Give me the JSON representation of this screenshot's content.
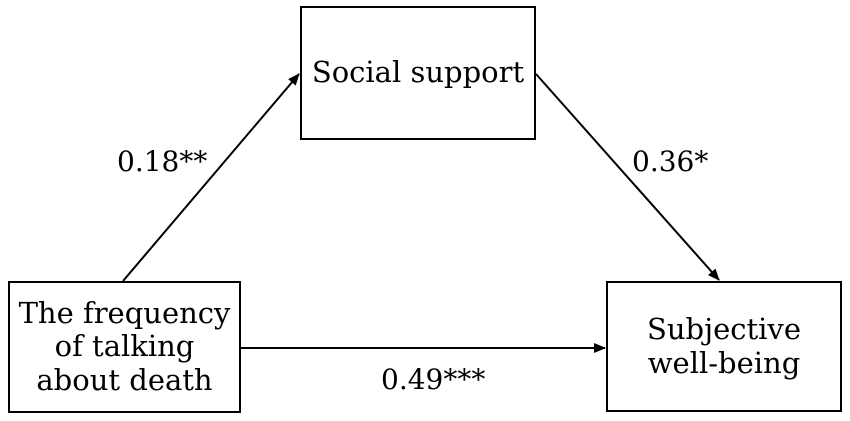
{
  "diagram": {
    "nodes": {
      "mediator": {
        "label": "Social support"
      },
      "predictor": {
        "label": "The frequency\nof talking\nabout death"
      },
      "outcome": {
        "label": "Subjective\nwell-being"
      }
    },
    "paths": {
      "a": {
        "coefficient": "0.18**"
      },
      "b": {
        "coefficient": "0.36*"
      },
      "c": {
        "coefficient": "0.49***"
      }
    },
    "colors": {
      "line": "#000000",
      "background": "#ffffff"
    }
  }
}
